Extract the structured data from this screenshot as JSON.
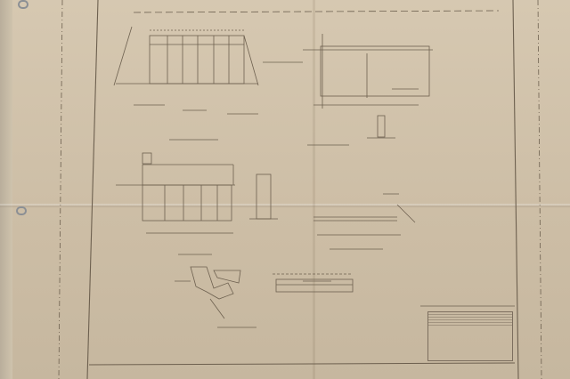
{
  "sheet": {
    "paper_color": "#cdbfa8",
    "line_color": "#6d604f"
  },
  "views": [
    {
      "label": "view-top-left"
    },
    {
      "label": "view-top-right"
    },
    {
      "label": "view-middle-left"
    },
    {
      "label": "view-middle-right"
    },
    {
      "label": "view-bottom-left"
    },
    {
      "label": "view-bottom-right"
    }
  ],
  "title_block": {
    "rows": [
      "",
      "",
      "",
      "",
      ""
    ]
  }
}
